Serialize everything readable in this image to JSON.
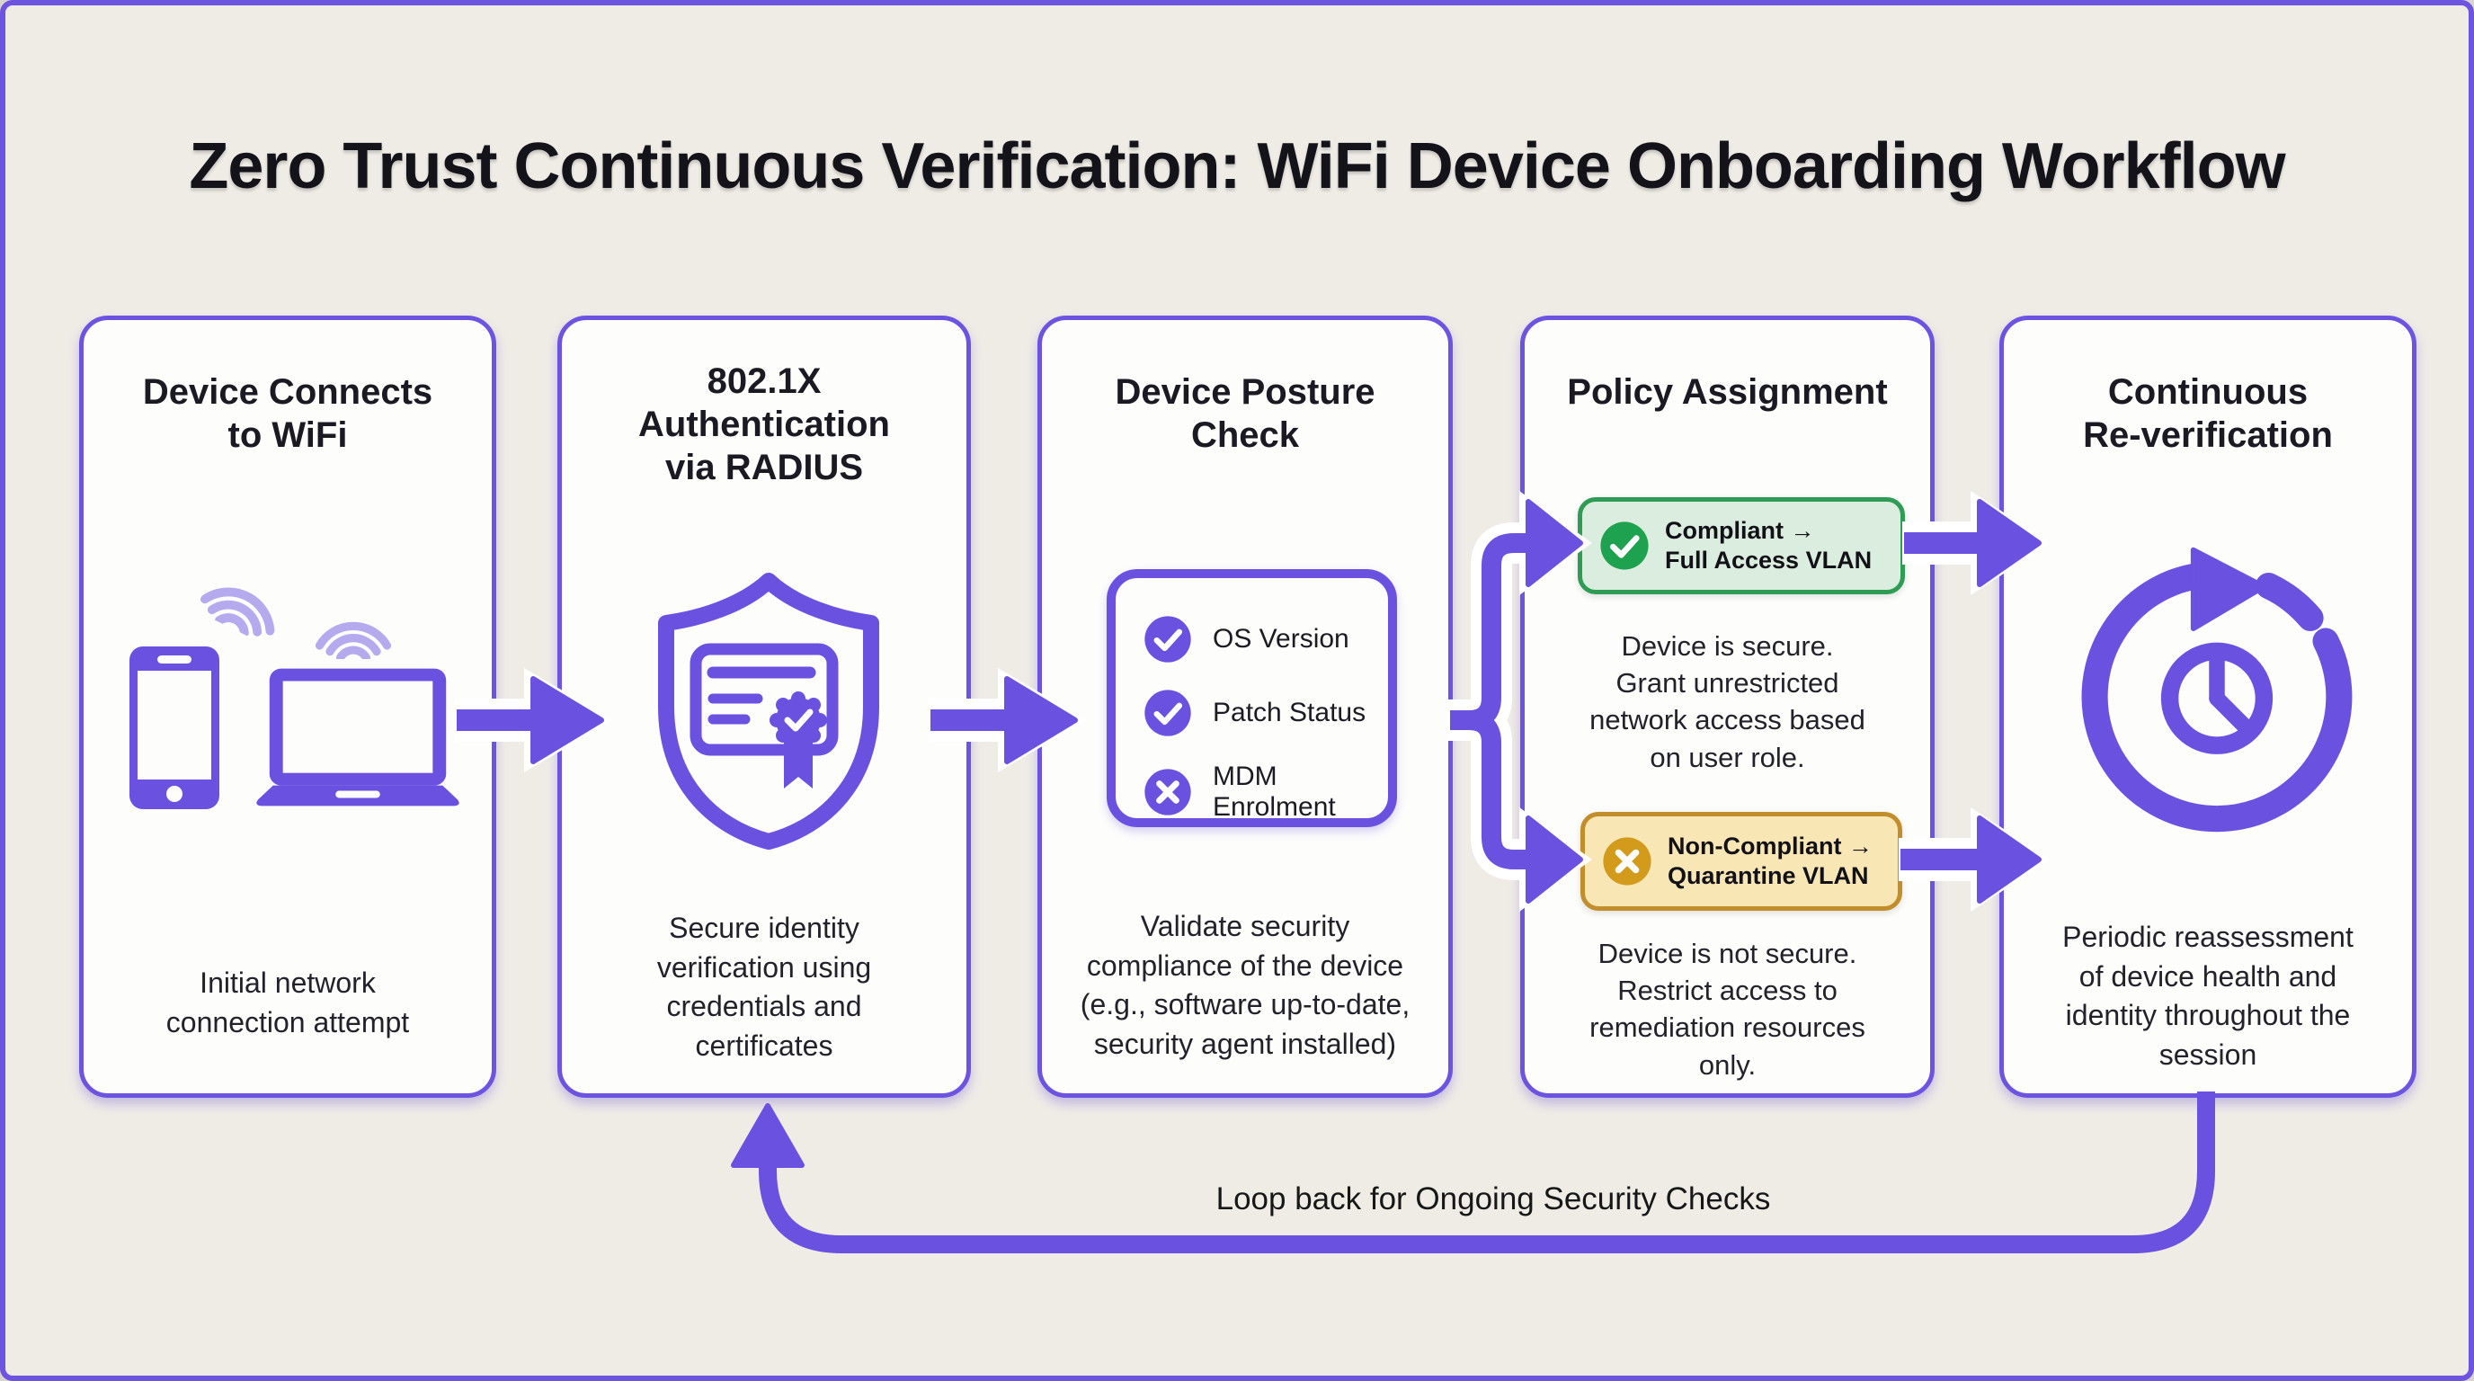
{
  "title": "Zero Trust Continuous Verification: WiFi Device Onboarding Workflow",
  "loop_label": "Loop back for Ongoing Security Checks",
  "colors": {
    "purple": "#6B51E0",
    "purple_border": "#6C54E0",
    "purple_light": "#B6AAEF",
    "background": "#EFECE6",
    "card_bg": "#FDFDFC",
    "green_border": "#2F9C55",
    "green_bg": "#DBEDDE",
    "green_icon": "#1FA24F",
    "amber_border": "#C28E2B",
    "amber_bg": "#F9E6B5",
    "amber_icon": "#D29B1B"
  },
  "cards": [
    {
      "title": "Device Connects\nto WiFi",
      "description": "Initial network\nconnection attempt"
    },
    {
      "title": "802.1X\nAuthentication\nvia RADIUS",
      "description": "Secure identity\nverification using\ncredentials and\ncertificates"
    },
    {
      "title": "Device Posture\nCheck",
      "description": "Validate security\ncompliance of the device\n(e.g., software up-to-date,\nsecurity agent installed)",
      "checklist": [
        {
          "label": "OS Version",
          "status": "pass"
        },
        {
          "label": "Patch Status",
          "status": "pass"
        },
        {
          "label": "MDM Enrolment",
          "status": "fail"
        }
      ]
    },
    {
      "title": "Policy Assignment",
      "outcomes": [
        {
          "label": "Compliant →\nFull Access VLAN",
          "status": "compliant",
          "description": "Device is secure.\nGrant unrestricted\nnetwork access based\non user role."
        },
        {
          "label": "Non-Compliant →\nQuarantine VLAN",
          "status": "non-compliant",
          "description": "Device is not secure.\nRestrict access to\nremediation resources\nonly."
        }
      ]
    },
    {
      "title": "Continuous\nRe-verification",
      "description": "Periodic reassessment\nof device health and\nidentity throughout the\nsession"
    }
  ]
}
